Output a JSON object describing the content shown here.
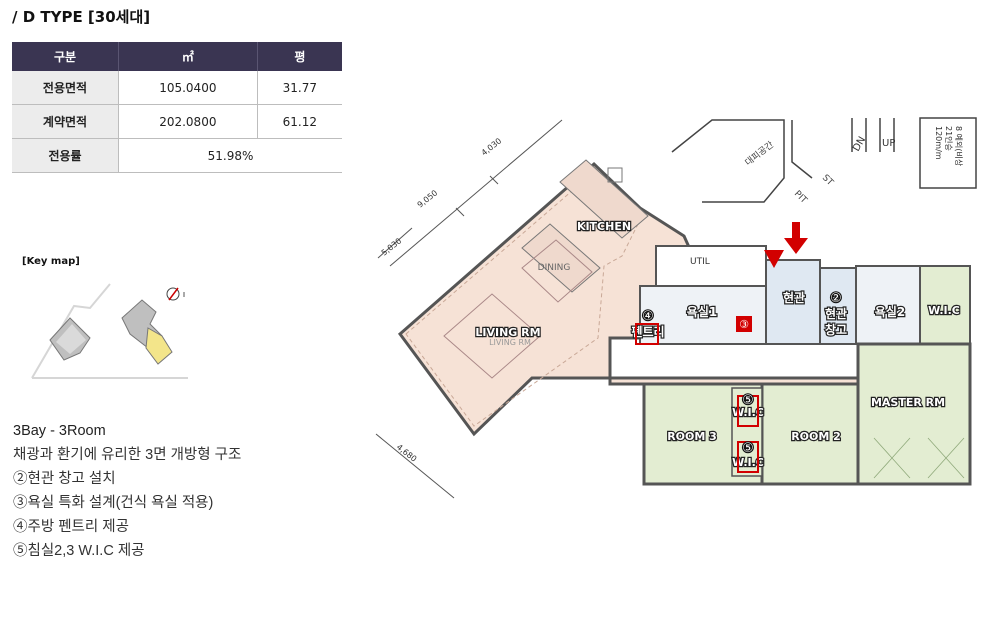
{
  "title": "/ D TYPE [30세대]",
  "area_table": {
    "headers": [
      "구분",
      "㎡",
      "평"
    ],
    "rows": [
      {
        "label": "전용면적",
        "m2": "105.0400",
        "pyeong": "31.77"
      },
      {
        "label": "계약면적",
        "m2": "202.0800",
        "pyeong": "61.12"
      },
      {
        "label": "전용률",
        "merged": "51.98%"
      }
    ]
  },
  "keymap": {
    "label": "[Key map]",
    "highlight_color": "#f3e58a"
  },
  "features": {
    "title": "3Bay - 3Room",
    "items": [
      "채광과 환기에 유리한 3면 개방형 구조",
      "②현관 창고 설치",
      "③욕실 특화 설계(건식 욕실 적용)",
      "④주방 펜트리 제공",
      "⑤침실2,3 W.I.C 제공"
    ]
  },
  "floor_plan": {
    "colors": {
      "living": "#f6e2d6",
      "rooms": "#e3edd2",
      "entry": "#dfe8f2",
      "wall": "#555555",
      "marker": "#d20000"
    },
    "rooms": {
      "kitchen": "KITCHEN",
      "dining": "DINING",
      "living": "LIVING RM",
      "living_sub": "LIVING RM",
      "util": "UTIL",
      "bath1": "욕실1",
      "pantry": "펜트리",
      "entrance": "현관",
      "entrance_storage_1": "현관",
      "entrance_storage_2": "창고",
      "bath2": "욕실2",
      "wic_master": "W.I.C",
      "master": "MASTER RM",
      "room3": "ROOM 3",
      "room2": "ROOM 2",
      "wic1": "W.I.C",
      "wic2": "W.I.C"
    },
    "markers": {
      "m2": "②",
      "m3": "③",
      "m4": "④",
      "m5a": "⑤",
      "m5b": "⑤"
    },
    "core": {
      "up": "UP",
      "dn": "DN",
      "st": "ST",
      "pit": "PIT",
      "evac": "대피공간"
    },
    "dims": [
      "9,050",
      "4,030",
      "5,030",
      "4,680"
    ],
    "side_note": [
      "8 예외(비상",
      "21인승",
      "120m/m"
    ]
  }
}
